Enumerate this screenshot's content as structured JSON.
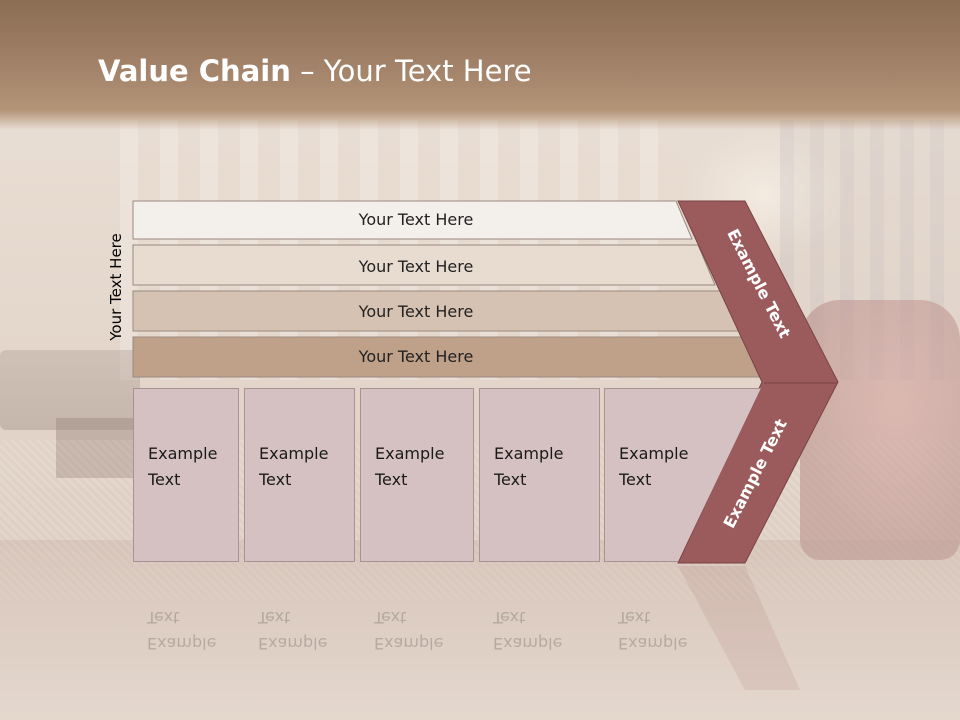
{
  "title": {
    "bold": "Value Chain",
    "rest": " – Your Text Here"
  },
  "side_label": "Your Text Here",
  "bars": [
    {
      "label": "Your Text Here",
      "color": "#f3efea"
    },
    {
      "label": "Your Text Here",
      "color": "#e8dbd0"
    },
    {
      "label": "Your Text Here",
      "color": "#d6c2b2"
    },
    {
      "label": "Your Text Here",
      "color": "#bfa088"
    }
  ],
  "boxes": [
    {
      "line1": "Example",
      "line2": "Text"
    },
    {
      "line1": "Example",
      "line2": "Text"
    },
    {
      "line1": "Example",
      "line2": "Text"
    },
    {
      "line1": "Example",
      "line2": "Text"
    },
    {
      "line1": "Example",
      "line2": "Text"
    }
  ],
  "arrow": {
    "upper_text": "Example Text",
    "lower_text": "Example Text",
    "color": "#9b5b5d"
  },
  "colors": {
    "header": "#a4846a",
    "box_fill": "#d6c1c2"
  }
}
